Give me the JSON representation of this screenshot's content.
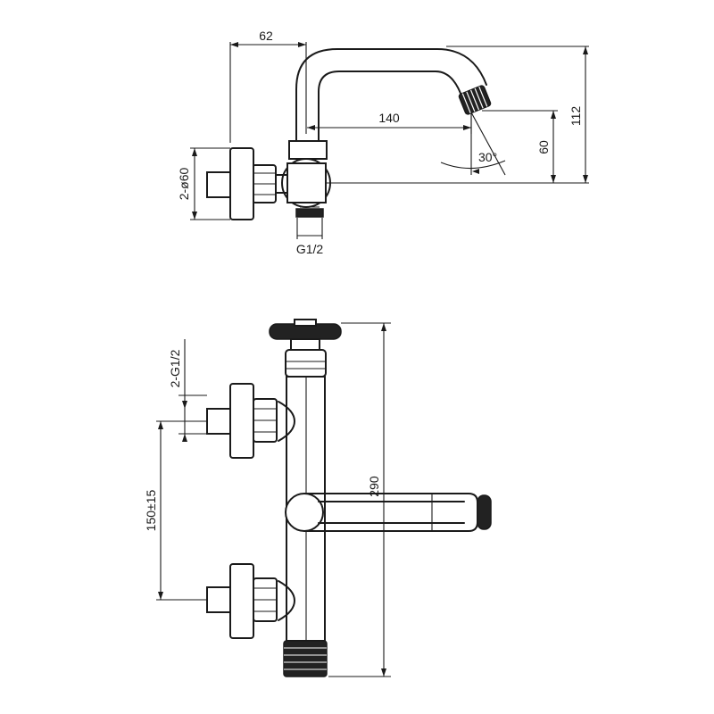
{
  "dimensions": {
    "top_width": "62",
    "reach": "140",
    "height_total": "112",
    "height_spout": "60",
    "angle": "30°",
    "flange_dia": "2-ø60",
    "outlet_thread": "G1/2",
    "inlet_thread": "2-G1/2",
    "inlet_spacing": "150±15",
    "overall_height": "290"
  }
}
